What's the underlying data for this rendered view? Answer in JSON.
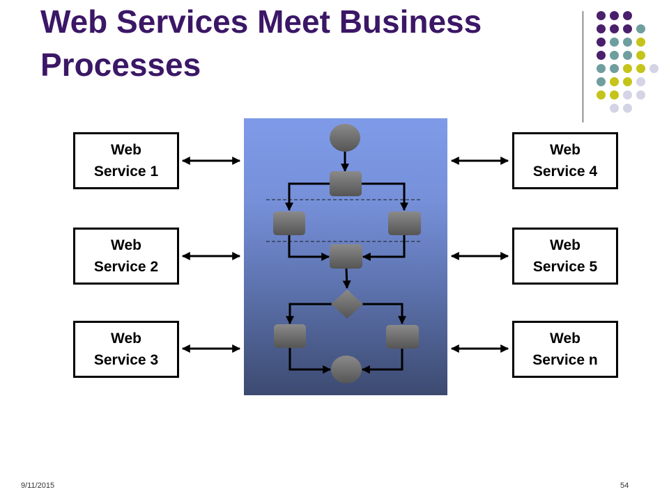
{
  "slide": {
    "title": "Web Services Meet Business Processes",
    "footer_date": "9/11/2015",
    "page_number": "54"
  },
  "services": [
    {
      "line1": "Web",
      "line2": "Service 1"
    },
    {
      "line1": "Web",
      "line2": "Service 2"
    },
    {
      "line1": "Web",
      "line2": "Service 3"
    },
    {
      "line1": "Web",
      "line2": "Service 4"
    },
    {
      "line1": "Web",
      "line2": "Service 5"
    },
    {
      "line1": "Web",
      "line2": "Service n"
    }
  ],
  "colors": {
    "title": "#3b1766",
    "purple": "#4a1f6b",
    "teal": "#6f9e9e",
    "olive": "#c4c41a",
    "lavender": "#d4d4e6",
    "node_gray": "#6e6e6e"
  },
  "decor_dots": [
    [
      "purple",
      "purple",
      "purple",
      null
    ],
    [
      "purple",
      "purple",
      "purple",
      "teal"
    ],
    [
      "purple",
      "teal",
      "teal",
      "olive"
    ],
    [
      "purple",
      "teal",
      "teal",
      "olive"
    ],
    [
      "teal",
      "teal",
      "olive",
      "olive",
      "lavender"
    ],
    [
      "teal",
      "olive",
      "olive",
      "lavender"
    ],
    [
      "olive",
      "olive",
      "lavender",
      "lavender"
    ],
    [
      "lavender",
      "lavender"
    ]
  ]
}
